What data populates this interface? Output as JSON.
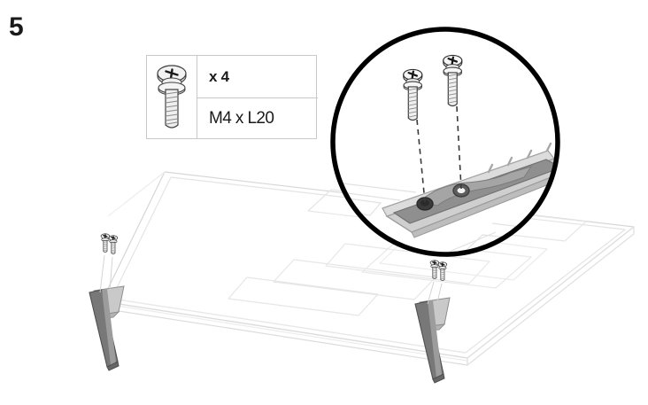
{
  "step": {
    "number": "5"
  },
  "parts_table": {
    "icon_name": "pan-head-screw-with-washer-icon",
    "quantity_label": "x 4",
    "spec_label": "M4 x L20"
  },
  "magnifier": {
    "label": "detail-callout-circle",
    "screw_count": 2,
    "screws": [
      {
        "name": "screw-left",
        "head": "phillips-pan-head",
        "washer": true
      },
      {
        "name": "screw-right",
        "head": "phillips-pan-head",
        "washer": true
      }
    ],
    "bracket": {
      "name": "stand-leg-mounting-channel",
      "hole_count": 2
    },
    "guide_line_style": "dashed"
  },
  "panel": {
    "name": "tv-panel-rear-view",
    "legs": [
      {
        "name": "stand-leg-left",
        "screw_count": 2
      },
      {
        "name": "stand-leg-right",
        "screw_count": 2
      }
    ]
  },
  "colors": {
    "ink": "#1a1a1a",
    "table_border": "#c9c9c9",
    "panel_outline": "#d9d9d9",
    "panel_outline_soft": "#e6e6e6",
    "leg_dark": "#6e6e6e",
    "leg_mid": "#8d8d8d",
    "leg_light": "#b9b9b9",
    "bracket_channel": "#8a8a8a",
    "bracket_face": "#c8c8c8",
    "bracket_edge": "#a8a8a8",
    "screw_body": "#ededed",
    "screw_stroke": "#4a4a4a",
    "callout_stroke": "#000000",
    "white": "#ffffff"
  }
}
